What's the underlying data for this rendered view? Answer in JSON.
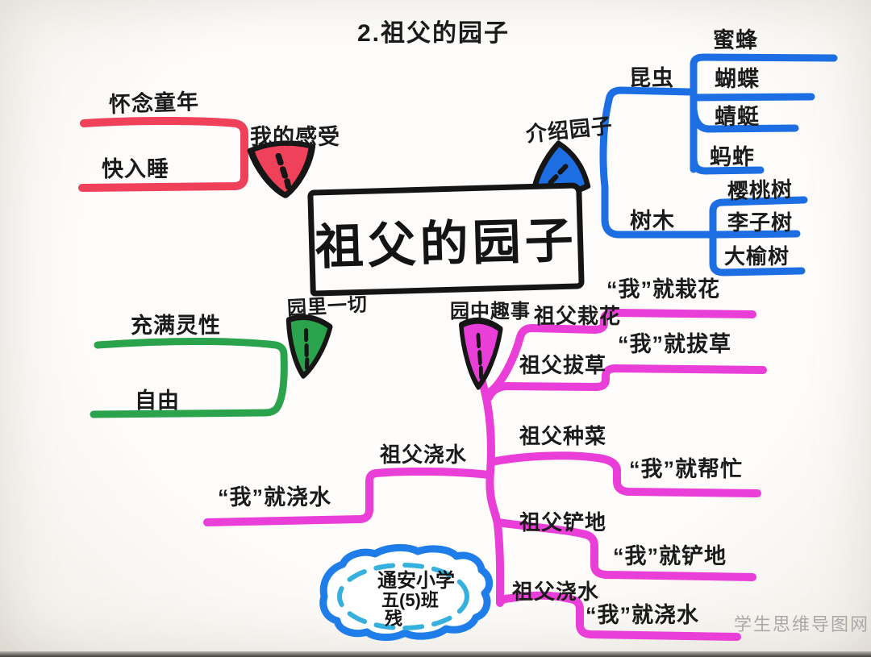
{
  "page_title": "2.祖父的园子",
  "watermark": "学生思维导图网",
  "central_topic": "祖父的园子",
  "colors": {
    "red": "#f0415a",
    "blue": "#1d6ee2",
    "green": "#2aa34c",
    "magenta": "#ea3ed8",
    "outline": "#161616",
    "cloud_blue": "#1e7de8",
    "cloud_dash": "#36b0dd"
  },
  "branches": {
    "feelings": {
      "label": "我的感受",
      "children": [
        "怀念童年",
        "快入睡"
      ]
    },
    "introduce": {
      "label": "介绍园子",
      "groups": [
        {
          "label": "昆虫",
          "items": [
            "蜜蜂",
            "蝴蝶",
            "蜻蜓",
            "蚂蚱"
          ]
        },
        {
          "label": "树木",
          "items": [
            "樱桃树",
            "李子树",
            "大榆树"
          ]
        }
      ]
    },
    "everything": {
      "label": "园里一切",
      "children": [
        "充满灵性",
        "自由"
      ]
    },
    "fun": {
      "label": "园中趣事",
      "pairs": [
        {
          "parent": "祖父栽花",
          "child": "“我”就栽花"
        },
        {
          "parent": "祖父拔草",
          "child": "“我”就拔草"
        },
        {
          "parent": "祖父种菜",
          "child": "“我”就帮忙"
        },
        {
          "parent": "祖父浇水",
          "child": "“我”就浇水"
        },
        {
          "parent": "祖父铲地",
          "child": "“我”就铲地"
        },
        {
          "parent": "祖父浇水",
          "child": "“我”就浇水"
        }
      ]
    }
  },
  "cloud": {
    "line1": "通安小学",
    "line2": "五(5)班",
    "line3": "残"
  }
}
